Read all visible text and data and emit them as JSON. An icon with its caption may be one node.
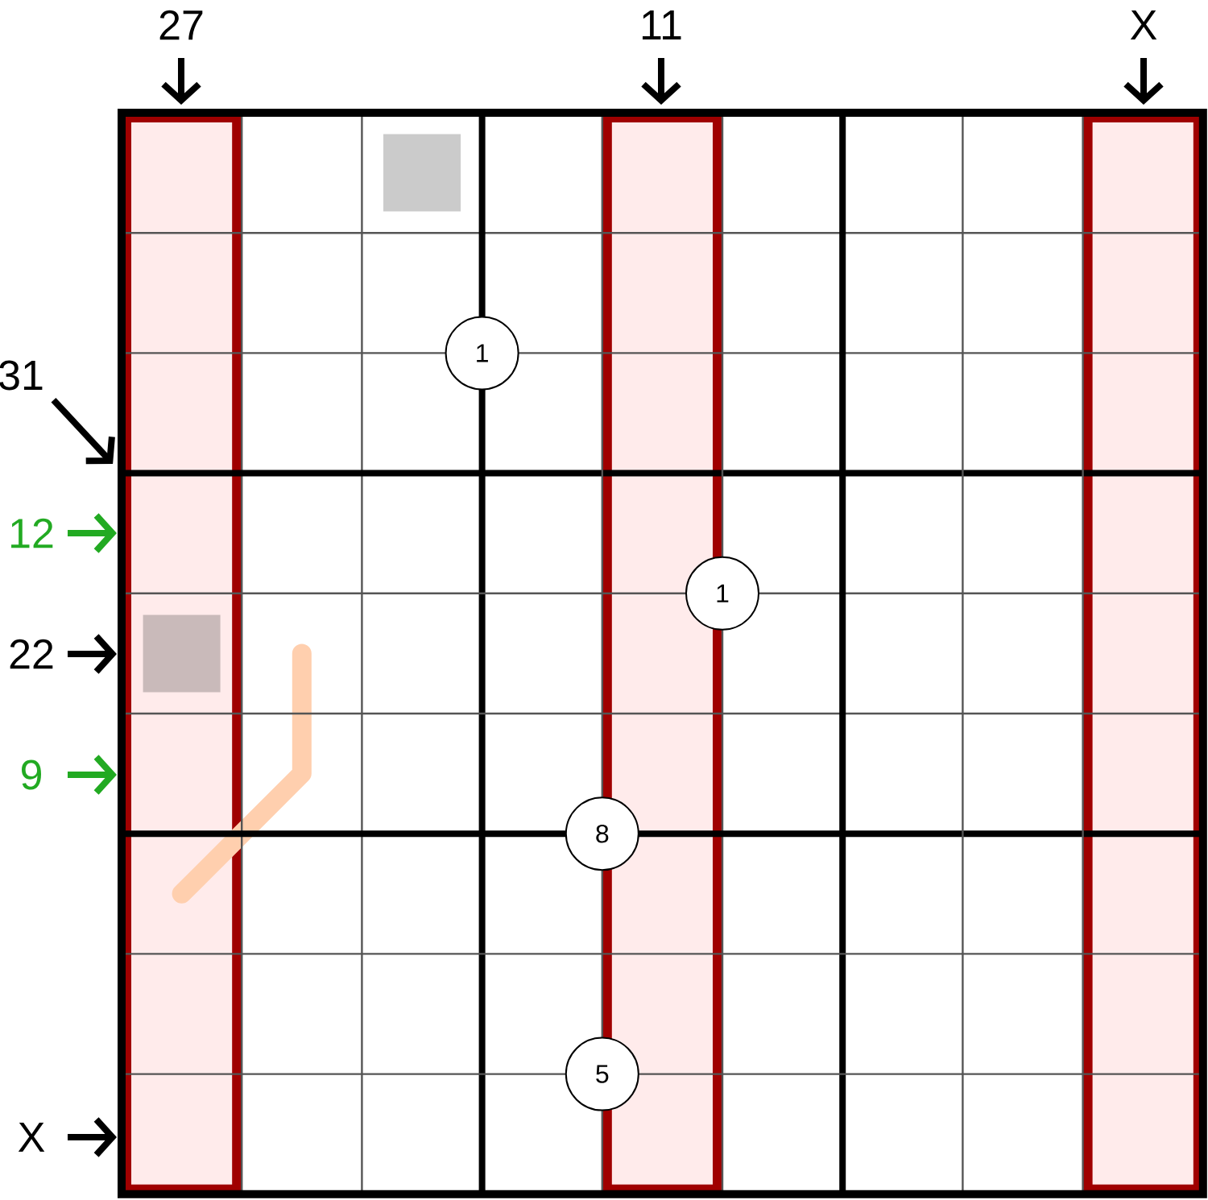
{
  "diagram": {
    "nodes": [
      {
        "text": [
          "27"
        ]
      },
      {
        "text": [
          "11"
        ]
      },
      {
        "text": [
          "X"
        ]
      },
      {
        "text": [
          "31"
        ]
      },
      {
        "text": [
          "12"
        ]
      },
      {
        "text": [
          "22"
        ]
      },
      {
        "text": [
          "9"
        ]
      },
      {
        "text": [
          "X"
        ]
      },
      {
        "text": [],
        "shape": "box"
      },
      {
        "text": [],
        "shape": "bar",
        "in": 8
      },
      {
        "text": [],
        "shape": "bar",
        "in": 8
      },
      {
        "text": [],
        "shape": "bar",
        "in": 8
      },
      {
        "text": [
          "1"
        ],
        "in": 8
      },
      {
        "text": [
          "1"
        ],
        "in": 8
      },
      {
        "text": [
          "8"
        ],
        "in": 8
      },
      {
        "text": [
          "5"
        ],
        "in": 8
      }
    ],
    "edges": [
      {
        "from": 0,
        "to": 9,
        "arrow": "to"
      },
      {
        "from": 1,
        "to": 10,
        "arrow": "to"
      },
      {
        "from": 2,
        "to": 11,
        "arrow": "to"
      },
      {
        "from": 3,
        "to": 8,
        "arrow": "to"
      },
      {
        "from": 4,
        "to": 8,
        "arrow": "to",
        "color": "#22aa22"
      },
      {
        "from": 5,
        "to": 8,
        "arrow": "to"
      },
      {
        "from": 6,
        "to": 8,
        "arrow": "to",
        "color": "#22aa22"
      },
      {
        "from": 7,
        "to": 8,
        "arrow": "to"
      }
    ]
  }
}
